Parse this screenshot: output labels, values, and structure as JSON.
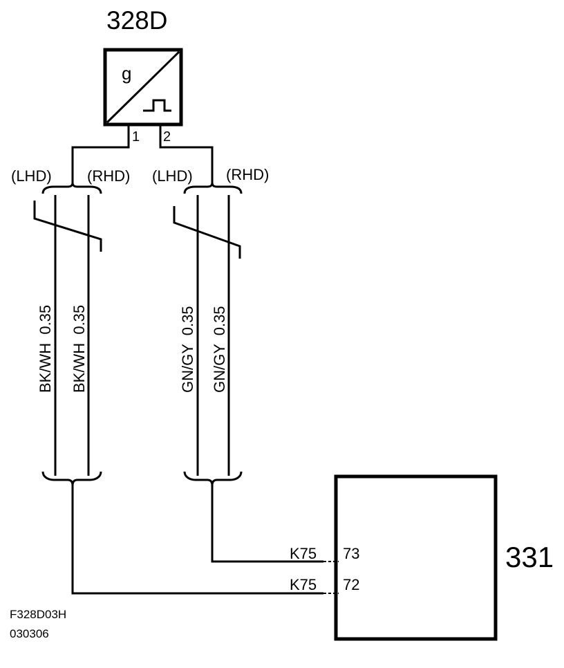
{
  "sensor": {
    "id": "328D",
    "symbol_text": "g",
    "pins": [
      "1",
      "2"
    ]
  },
  "module": {
    "id": "331",
    "connector": "K75",
    "pins": [
      "73",
      "72"
    ]
  },
  "variants": {
    "lhd": "(LHD)",
    "rhd": "(RHD)"
  },
  "wires": [
    {
      "label": "BK/WH  0.35"
    },
    {
      "label": "BK/WH  0.35"
    },
    {
      "label": "GN/GY  0.35"
    },
    {
      "label": "GN/GY  0.35"
    }
  ],
  "footer": {
    "code": "F328D03H",
    "date": "030306"
  },
  "colors": {
    "ink": "#000000",
    "background": "#ffffff"
  }
}
